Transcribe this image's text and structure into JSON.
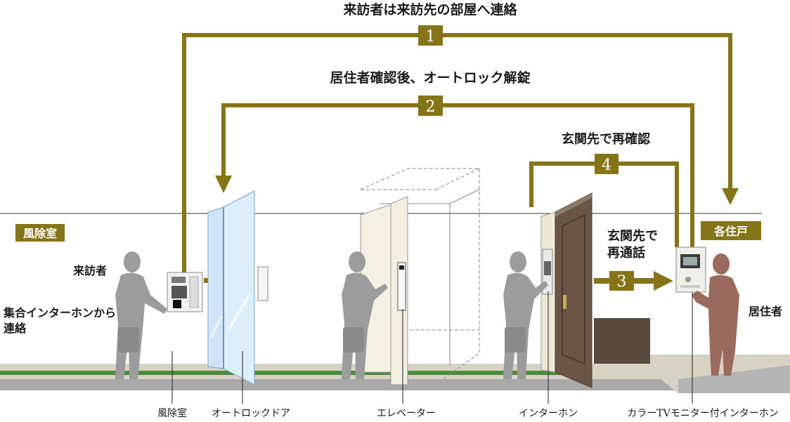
{
  "colors": {
    "accent": "#857418",
    "person_visitor": "#9c9c9c",
    "person_resident": "#9a6b5c",
    "floor_green": "#4b8b3b",
    "floor_gray": "#c9c9c9"
  },
  "steps": [
    {
      "number": "1",
      "label": "来訪者は来訪先の部屋へ連絡"
    },
    {
      "number": "2",
      "label": "居住者確認後、オートロック解錠"
    },
    {
      "number": "3",
      "label_line1": "玄関先で",
      "label_line2": "再通話"
    },
    {
      "number": "4",
      "label": "玄関先で再確認"
    }
  ],
  "area_tags": {
    "left": "風除室",
    "right": "各住戸"
  },
  "side_labels": {
    "visitor": "来訪者",
    "contact_line1": "集合インターホンから",
    "contact_line2": "連絡",
    "resident": "居住者"
  },
  "bottom_labels": {
    "vestibule": "風除室",
    "autolock_door": "オートロックドア",
    "elevator": "エレベーター",
    "intercom": "インターホン",
    "color_tv_intercom": "カラーTVモニター付インターホン"
  },
  "icons": [
    "visitor-figure",
    "resident-figure",
    "entrance-intercom-panel",
    "autolock-door",
    "elevator-car",
    "apartment-door",
    "color-tv-monitor-intercom",
    "arrow-head"
  ]
}
